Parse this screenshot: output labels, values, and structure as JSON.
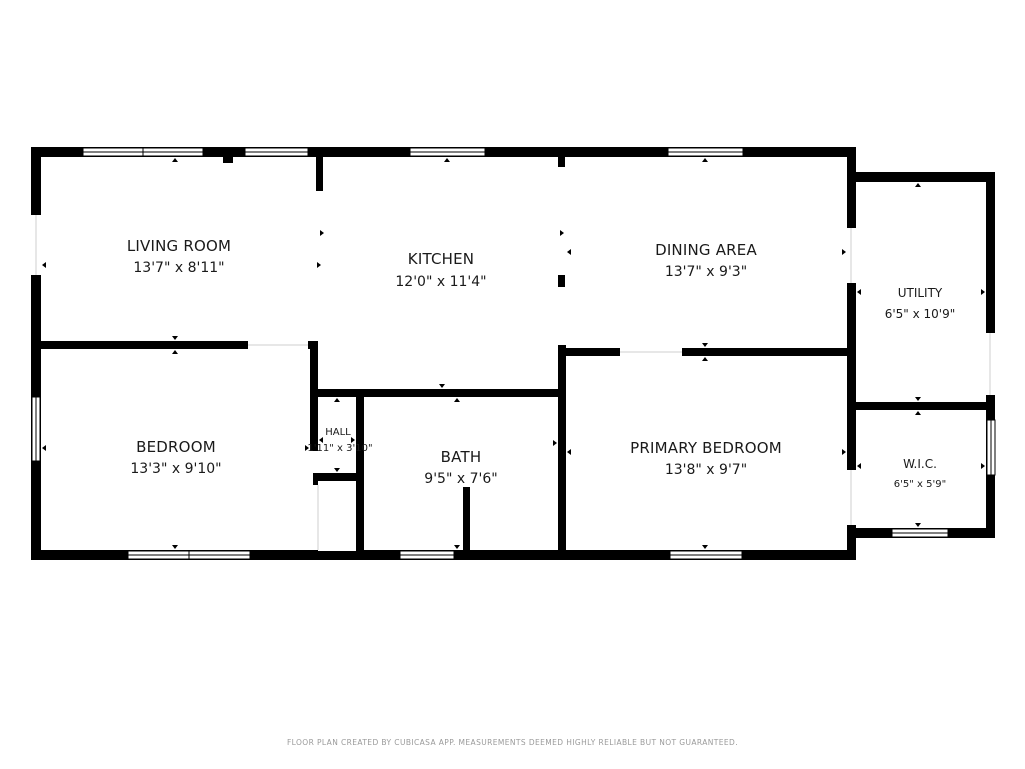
{
  "rooms": {
    "living_room": {
      "name": "LIVING ROOM",
      "dimensions": "13'7\" x 8'11\""
    },
    "kitchen": {
      "name": "KITCHEN",
      "dimensions": "12'0\" x 11'4\""
    },
    "dining_area": {
      "name": "DINING AREA",
      "dimensions": "13'7\" x 9'3\""
    },
    "utility": {
      "name": "UTILITY",
      "dimensions": "6'5\" x 10'9\""
    },
    "bedroom": {
      "name": "BEDROOM",
      "dimensions": "13'3\" x 9'10\""
    },
    "hall": {
      "name": "HALL",
      "dimensions": "1'11\" x 3'10\""
    },
    "bath": {
      "name": "BATH",
      "dimensions": "9'5\" x 7'6\""
    },
    "primary_bedroom": {
      "name": "PRIMARY BEDROOM",
      "dimensions": "13'8\" x 9'7\""
    },
    "wic": {
      "name": "W.I.C.",
      "dimensions": "6'5\" x 5'9\""
    }
  },
  "footer": {
    "note": "FLOOR PLAN CREATED BY CUBICASA APP. MEASUREMENTS DEEMED HIGHLY RELIABLE BUT NOT GUARANTEED."
  },
  "colors": {
    "wall": "#000000",
    "background": "#ffffff",
    "footer_text": "#9a9a9a"
  }
}
